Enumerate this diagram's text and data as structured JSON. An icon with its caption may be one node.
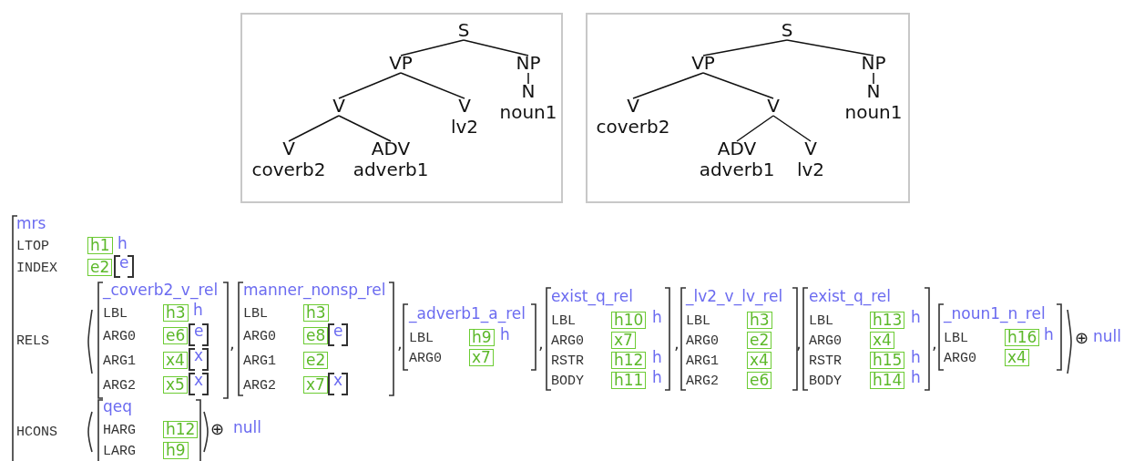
{
  "diagram": {
    "nodes": [
      {
        "text": [],
        "shape": "box"
      },
      {
        "text": [
          "S"
        ],
        "in": 0
      },
      {
        "text": [
          "VP"
        ],
        "in": 0
      },
      {
        "text": [
          "NP"
        ],
        "in": 0
      },
      {
        "text": [
          "V"
        ],
        "in": 0
      },
      {
        "text": [
          "V",
          "lv2"
        ],
        "in": 0
      },
      {
        "text": [
          "N",
          "noun1"
        ],
        "in": 0
      },
      {
        "text": [
          "V",
          "coverb2"
        ],
        "in": 0
      },
      {
        "text": [
          "ADV",
          "adverb1"
        ],
        "in": 0
      },
      {
        "text": [],
        "shape": "box"
      },
      {
        "text": [
          "S"
        ],
        "in": 9
      },
      {
        "text": [
          "VP"
        ],
        "in": 9
      },
      {
        "text": [
          "NP"
        ],
        "in": 9
      },
      {
        "text": [
          "V",
          "coverb2"
        ],
        "in": 9
      },
      {
        "text": [
          "V"
        ],
        "in": 9
      },
      {
        "text": [
          "N",
          "noun1"
        ],
        "in": 9
      },
      {
        "text": [
          "ADV",
          "adverb1"
        ],
        "in": 9
      },
      {
        "text": [
          "V",
          "lv2"
        ],
        "in": 9
      }
    ],
    "edges": [
      {
        "from": 1,
        "to": 2,
        "arrow": "none"
      },
      {
        "from": 1,
        "to": 3,
        "arrow": "none"
      },
      {
        "from": 2,
        "to": 4,
        "arrow": "none"
      },
      {
        "from": 2,
        "to": 5,
        "arrow": "none"
      },
      {
        "from": 3,
        "to": 6,
        "arrow": "none"
      },
      {
        "from": 4,
        "to": 7,
        "arrow": "none"
      },
      {
        "from": 4,
        "to": 8,
        "arrow": "none"
      },
      {
        "from": 10,
        "to": 11,
        "arrow": "none"
      },
      {
        "from": 10,
        "to": 12,
        "arrow": "none"
      },
      {
        "from": 11,
        "to": 13,
        "arrow": "none"
      },
      {
        "from": 11,
        "to": 14,
        "arrow": "none"
      },
      {
        "from": 12,
        "to": 15,
        "arrow": "none"
      },
      {
        "from": 14,
        "to": 16,
        "arrow": "none"
      },
      {
        "from": 14,
        "to": 17,
        "arrow": "none"
      }
    ],
    "labels": [
      "mrs",
      "LTOP",
      "h1",
      "h",
      "INDEX",
      "e2",
      "e",
      "RELS",
      "_coverb2_v_rel",
      "LBL",
      "h3",
      "h",
      "ARG0",
      "e6",
      "e",
      "ARG1",
      "x4",
      "x",
      "ARG2",
      "x5",
      "x",
      ",",
      "manner_nonsp_rel",
      "LBL",
      "h3",
      "ARG0",
      "e8",
      "e",
      "ARG1",
      "e2",
      "ARG2",
      "x7",
      "x",
      ",",
      "_adverb1_a_rel",
      "LBL",
      "h9",
      "h",
      "ARG0",
      "x7",
      ",",
      "exist_q_rel",
      "LBL",
      "h10",
      "h",
      "ARG0",
      "x7",
      "RSTR",
      "h12",
      "h",
      "BODY",
      "h11",
      "h",
      ",",
      "_lv2_v_lv_rel",
      "LBL",
      "h3",
      "ARG0",
      "e2",
      "ARG1",
      "x4",
      "ARG2",
      "e6",
      ",",
      "exist_q_rel",
      "LBL",
      "h13",
      "h",
      "ARG0",
      "x4",
      "RSTR",
      "h15",
      "h",
      "BODY",
      "h14",
      "h",
      ",",
      "_noun1_n_rel",
      "LBL",
      "h16",
      "h",
      "ARG0",
      "x4",
      "⊕",
      "null",
      "HCONS",
      "qeq",
      "HARG",
      "h12",
      "LARG",
      "h9",
      "⊕",
      "null"
    ]
  }
}
